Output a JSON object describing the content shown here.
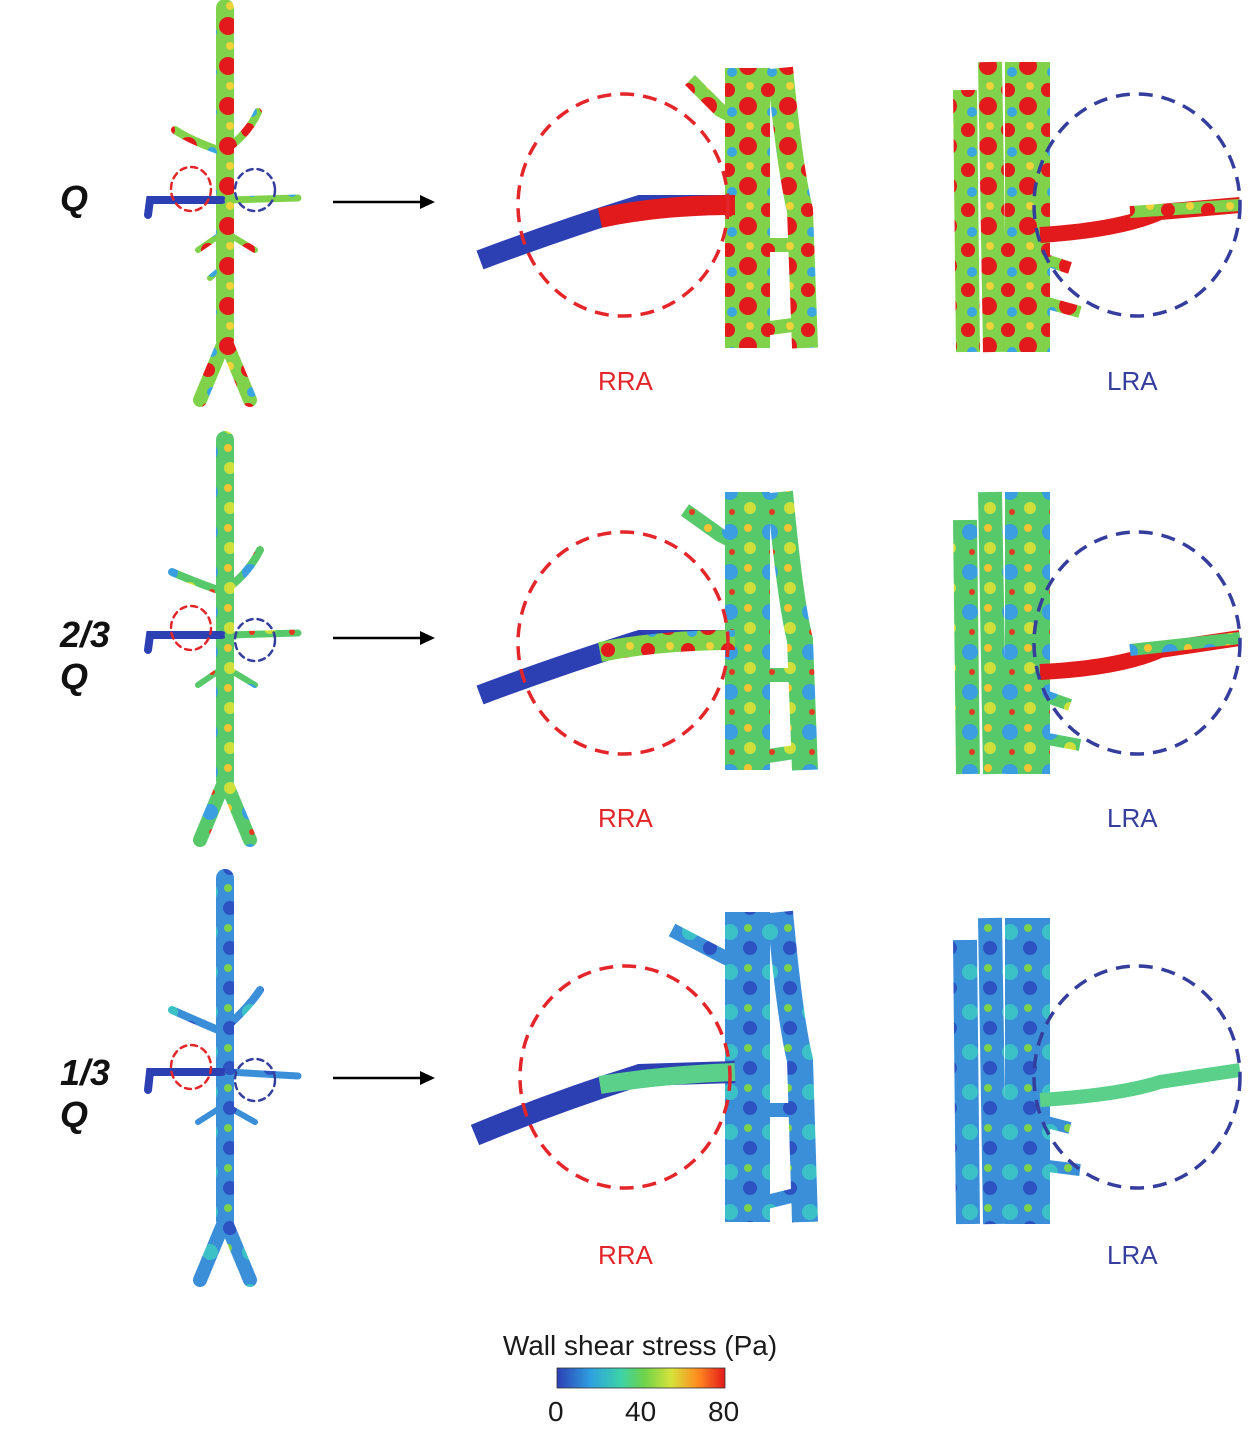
{
  "rows": [
    {
      "label": "Q",
      "level": "high"
    },
    {
      "label": "2/3 Q",
      "level": "mid"
    },
    {
      "label": "1/3 Q",
      "level": "low"
    }
  ],
  "callouts": {
    "rra": {
      "label": "RRA",
      "color": "#e3262a"
    },
    "lra": {
      "label": "LRA",
      "color": "#353e9c"
    }
  },
  "legend": {
    "title": "Wall shear stress (Pa)",
    "ticks": [
      "0",
      "40",
      "80"
    ],
    "colormap": [
      "#2c3fb3",
      "#2e9fe0",
      "#3dd3a8",
      "#6ed24a",
      "#d6e33a",
      "#ff8a1e",
      "#e31a1c"
    ]
  },
  "icons": {
    "arrow": "right-arrow-icon"
  }
}
